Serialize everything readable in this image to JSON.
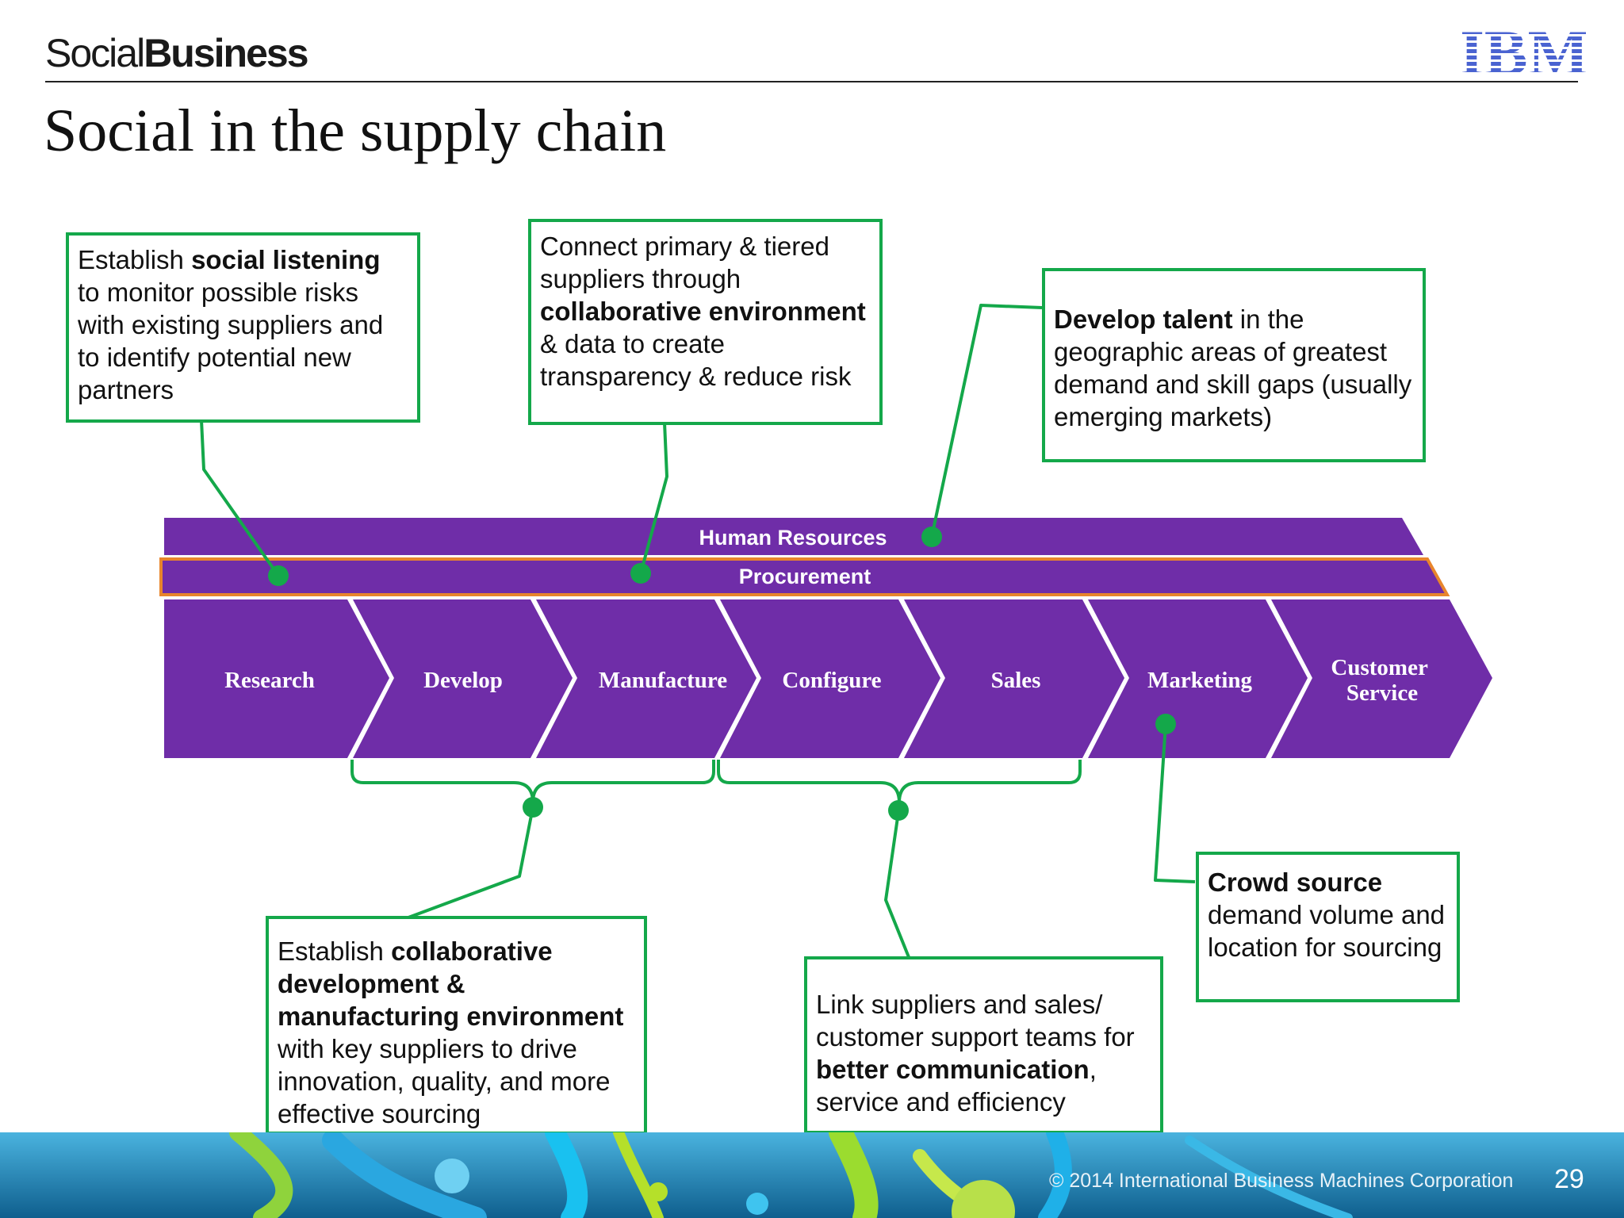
{
  "header": {
    "brand_light": "Social",
    "brand_bold": "Business",
    "logo_text": "IBM",
    "title": "Social in the supply chain"
  },
  "bands": {
    "hr": "Human Resources",
    "procurement": "Procurement"
  },
  "stages": [
    "Research",
    "Develop",
    "Manufacture",
    "Configure",
    "Sales",
    "Marketing",
    "Customer Service"
  ],
  "callouts": {
    "listening": {
      "a": "Establish ",
      "b": "social listening",
      "c": " to monitor possible risks with existing suppliers and to identify potential new partners"
    },
    "connect": {
      "a": "Connect primary & tiered suppliers through ",
      "b": "collaborative environment",
      "c": " & data to create transparency & reduce risk"
    },
    "talent": {
      "a": "",
      "b": "Develop talent",
      "c": " in the geographic areas of greatest demand and skill gaps (usually emerging markets)"
    },
    "collab": {
      "a": "Establish ",
      "b": "collaborative development & manufacturing environment",
      "c": " with key suppliers to drive innovation, quality, and more effective sourcing"
    },
    "link": {
      "a": "Link suppliers and sales/ customer support teams for ",
      "b": "better communication",
      "c": ", service and efficiency"
    },
    "crowd": {
      "a": "",
      "b": "Crowd source",
      "c": " demand volume and location for sourcing"
    }
  },
  "footer": {
    "copyright": "© 2014 International Business Machines Corporation",
    "page": "29"
  },
  "colors": {
    "purple": "#6f2da8",
    "green": "#14a84a",
    "orange": "#e8852c",
    "ibm_blue": "#4a63d1"
  }
}
